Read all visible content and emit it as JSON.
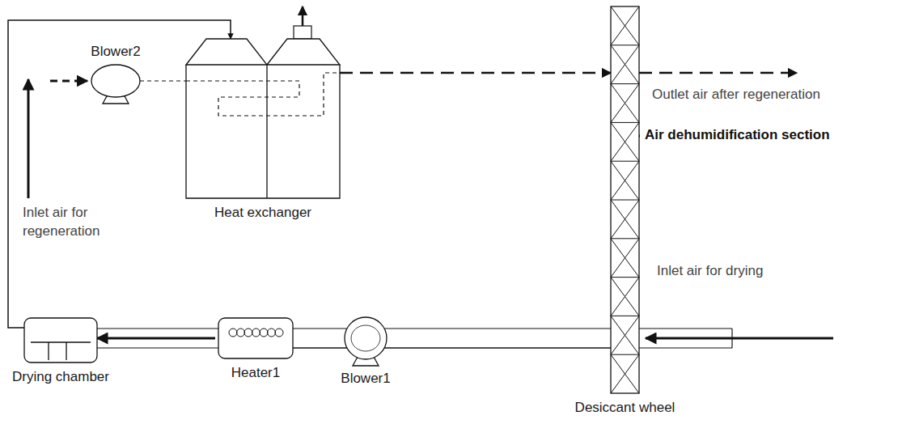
{
  "diagram": {
    "nodes": [
      {
        "text": [
          "Blower2"
        ]
      },
      {
        "text": [
          "Heat exchanger"
        ]
      },
      {
        "text": [
          "Drying chamber"
        ]
      },
      {
        "text": [
          "Heater1"
        ]
      },
      {
        "text": [
          "Blower1"
        ]
      },
      {
        "text": [
          "Desiccant wheel"
        ]
      }
    ],
    "edges": [
      {
        "from": 2,
        "to": 1,
        "arrow": "to"
      },
      {
        "from": 3,
        "to": 2,
        "arrow": "to"
      },
      {
        "from": 4,
        "to": 3,
        "arrow": "none"
      },
      {
        "from": 5,
        "to": 4,
        "arrow": "none"
      },
      {
        "from": 0,
        "to": 1,
        "arrow": "none"
      },
      {
        "from": 1,
        "to": 5,
        "arrow": "to"
      }
    ],
    "labels": [
      "Inlet air for regeneration",
      "Outlet air after regeneration",
      "Air dehumidification section",
      "Inlet air for drying"
    ]
  }
}
